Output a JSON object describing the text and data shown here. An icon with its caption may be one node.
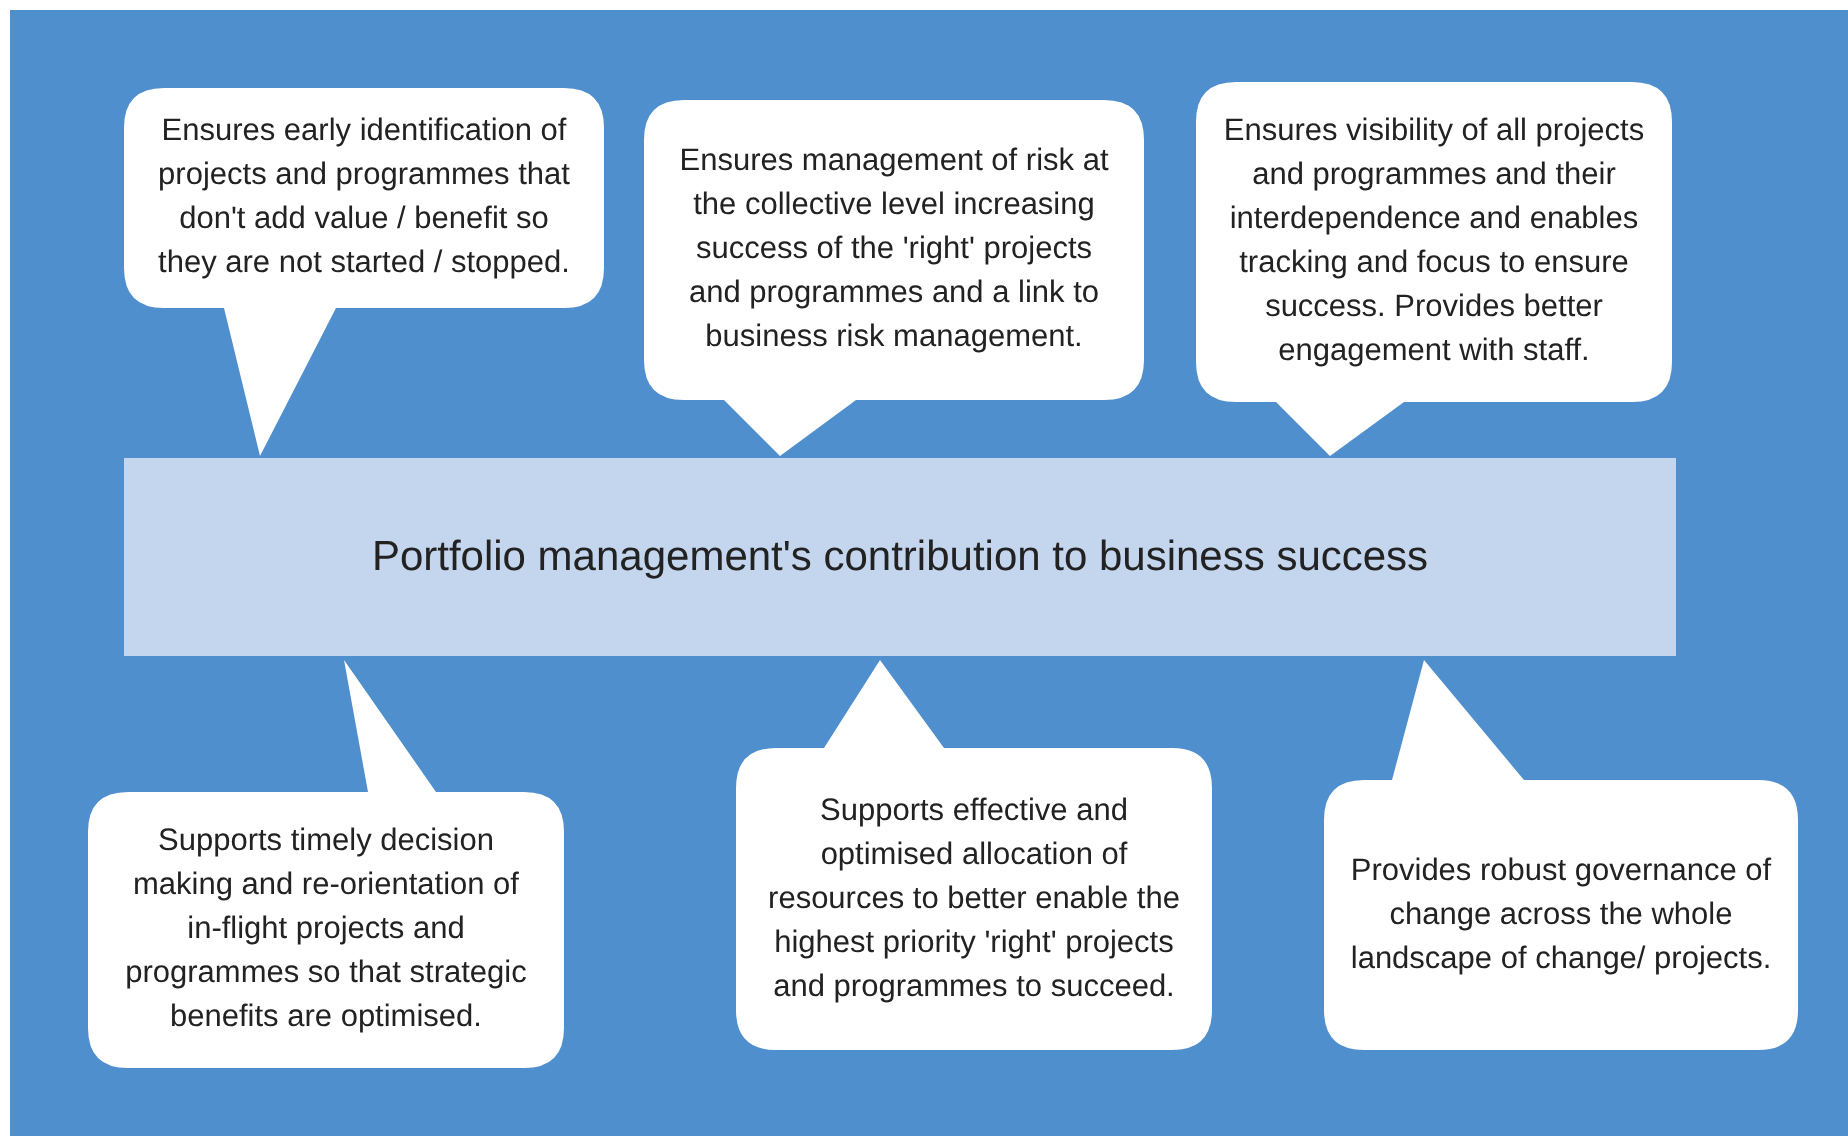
{
  "diagram": {
    "nodes": [
      {
        "text": [
          "Ensures early identification of projects and programmes that don't add value / benefit so they are not started / stopped."
        ]
      },
      {
        "text": [
          "Ensures management of risk at the collective level increasing success of the 'right' projects and programmes and a link to business risk management."
        ]
      },
      {
        "text": [
          "Ensures visibility of all projects and programmes and their interdependence and enables tracking and focus to ensure success. Provides better engagement with staff."
        ]
      },
      {
        "text": [
          "Portfolio management's contribution to business success"
        ]
      },
      {
        "text": [
          "Supports timely decision making and re-orientation of in-flight projects and programmes so that strategic benefits are optimised."
        ]
      },
      {
        "text": [
          "Supports effective and optimised allocation of resources to better enable the highest priority 'right' projects and programmes to succeed."
        ]
      },
      {
        "text": [
          "Provides robust governance of change across the whole landscape of change/ projects."
        ]
      }
    ]
  }
}
